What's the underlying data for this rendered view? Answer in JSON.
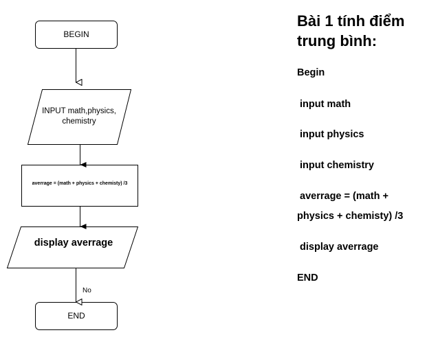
{
  "flowchart": {
    "begin": "BEGIN",
    "input_line1": "INPUT math,physics,",
    "input_line2": "chemistry",
    "formula": "averrage = (math + physics + chemisty) /3",
    "display": "display averrage",
    "no_label": "No",
    "end": "END"
  },
  "pseudocode": {
    "title": "Bài 1 tính điểm trung bình:",
    "steps": [
      "Begin",
      " input math",
      " input physics",
      " input chemistry",
      " averrage = (math +",
      "physics + chemisty) /3",
      " display averrage",
      "END"
    ]
  }
}
